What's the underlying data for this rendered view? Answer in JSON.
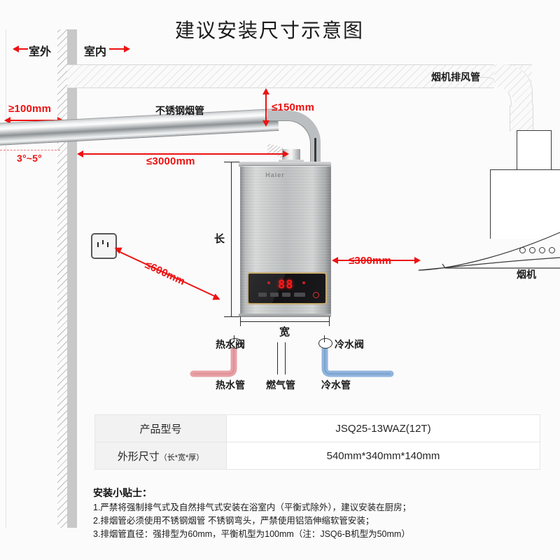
{
  "title": "建议安装尺寸示意图",
  "zones": {
    "outdoor": "室外",
    "indoor": "室内"
  },
  "labels": {
    "flue_pipe": "不锈钢烟管",
    "hood_duct": "烟机排风管",
    "range_hood": "烟机",
    "length": "长",
    "width": "宽",
    "hot_valve": "热水阀",
    "cold_valve": "冷水阀",
    "hot_pipe": "热水管",
    "gas_pipe": "燃气管",
    "cold_pipe": "冷水管",
    "brand": "Haier"
  },
  "dimensions": {
    "wall_clearance": "≥100mm",
    "slope": "3°~5°",
    "flue_length": "≤3000mm",
    "ceiling_gap": "≤150mm",
    "socket_distance": "≤600mm",
    "hood_distance": "≤300mm"
  },
  "display": {
    "digits": "88"
  },
  "spec_table": {
    "rows": [
      {
        "key": "产品型号",
        "key_sub": "",
        "value": "JSQ25-13WAZ(12T)"
      },
      {
        "key": "外形尺寸",
        "key_sub": "（长*宽*厚）",
        "value": "540mm*340mm*140mm"
      }
    ]
  },
  "tips": {
    "title": "安装小贴士：",
    "items": [
      "1.严禁将强制排气式及自然排气式安装在浴室内（平衡式除外），建议安装在厨房；",
      "2.排烟管必须使用不锈钢烟管 不锈钢弯头，严禁使用铝箔伸缩软管安装；",
      "3.排烟管直径：强排型为60mm，平衡机型为100mm（注：JSQ6-B机型为50mm）"
    ]
  },
  "colors": {
    "dimension_red": "#ee1111",
    "hot_pipe": "#e8a0a4",
    "cold_pipe": "#8fb4dd",
    "wall": "#c8c8c8"
  }
}
